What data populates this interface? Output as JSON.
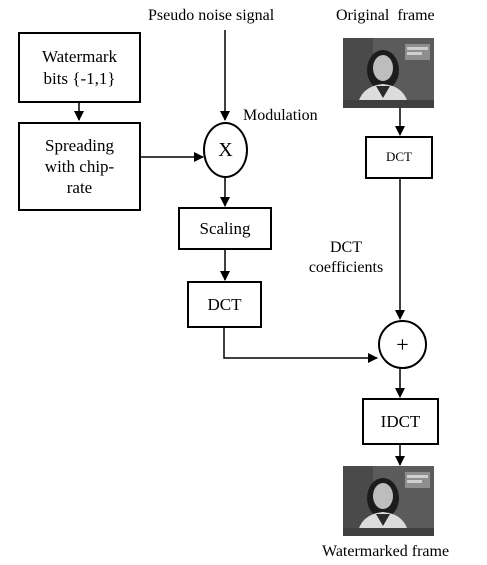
{
  "labels": {
    "pseudo_noise": "Pseudo noise signal",
    "original_frame": "Original  frame",
    "modulation": "Modulation",
    "dct_coeff_line1": "DCT",
    "dct_coeff_line2": "coefficients",
    "watermarked_frame": "Watermarked frame"
  },
  "boxes": {
    "watermark_line1": "Watermark",
    "watermark_line2": "bits {-1,1}",
    "spreading_line1": "Spreading",
    "spreading_line2": "with chip-",
    "spreading_line3": "rate",
    "scaling": "Scaling",
    "dct_left": "DCT",
    "dct_right": "DCT",
    "idct": "IDCT"
  },
  "operators": {
    "multiply": "X",
    "add": "+"
  },
  "colors": {
    "stroke": "#000000",
    "frame_background": "#5b5b5b"
  }
}
